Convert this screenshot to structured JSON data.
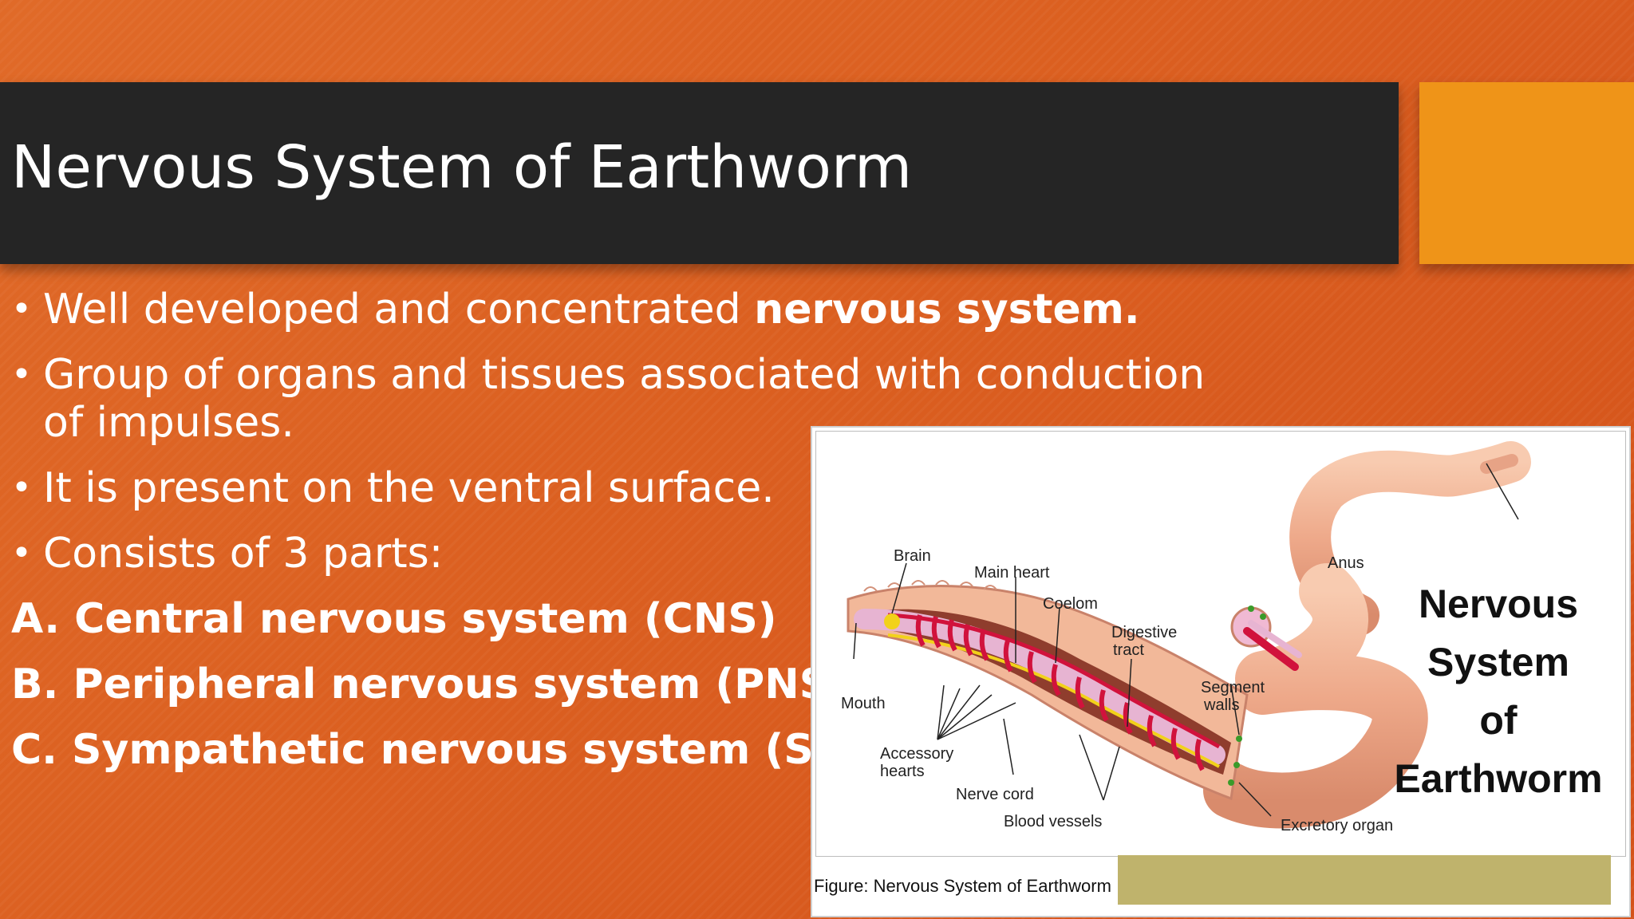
{
  "slide": {
    "title": "Nervous System of Earthworm",
    "colors": {
      "title_bar": "#252525",
      "accent": "#ef9418",
      "background": "#db5f20",
      "caption_box": "#bfb36c"
    }
  },
  "bullets": [
    {
      "text": "Well developed and concentrated ",
      "bold": "nervous system."
    },
    {
      "text": "Group of organs and tissues associated with conduction of impulses.",
      "bold": ""
    },
    {
      "text": "It is present on the ventral surface.",
      "bold": ""
    },
    {
      "text": "Consists of 3 parts:",
      "bold": ""
    }
  ],
  "parts": [
    "A. Central nervous system (CNS)",
    "B. Peripheral nervous system (PNS)",
    "C. Sympathetic nervous system (SNS)"
  ],
  "figure": {
    "title_lines": [
      "Nervous",
      "System",
      "of",
      "Earthworm"
    ],
    "labels": {
      "brain": "Brain",
      "main_heart": "Main heart",
      "coelom": "Coelom",
      "digestive_tract_1": "Digestive",
      "digestive_tract_2": "tract",
      "segment_walls_1": "Segment",
      "segment_walls_2": "walls",
      "anus": "Anus",
      "mouth": "Mouth",
      "accessory_hearts_1": "Accessory",
      "accessory_hearts_2": "hearts",
      "nerve_cord": "Nerve cord",
      "blood_vessels": "Blood vessels",
      "excretory_organ": "Excretory organ"
    },
    "caption": "Figure: Nervous System of Earthworm"
  }
}
